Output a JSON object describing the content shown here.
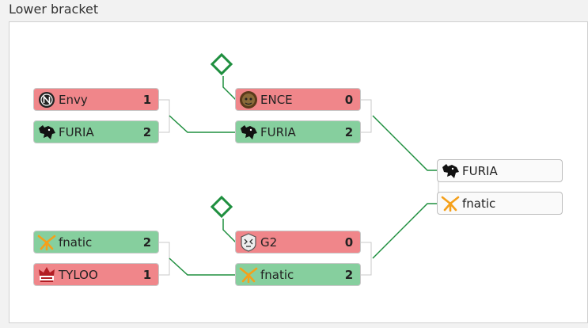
{
  "header": {
    "title": "Lower bracket"
  },
  "round1": {
    "match1": {
      "team1": {
        "name": "Envy",
        "score": "1",
        "result": "lose",
        "logo": "envy-logo"
      },
      "team2": {
        "name": "FURIA",
        "score": "2",
        "result": "win",
        "logo": "furia-logo"
      }
    },
    "match2": {
      "team1": {
        "name": "fnatic",
        "score": "2",
        "result": "win",
        "logo": "fnatic-logo"
      },
      "team2": {
        "name": "TYLOO",
        "score": "1",
        "result": "lose",
        "logo": "tyloo-logo"
      }
    }
  },
  "round2": {
    "match1": {
      "team1": {
        "name": "ENCE",
        "score": "0",
        "result": "lose",
        "logo": "ence-logo"
      },
      "team2": {
        "name": "FURIA",
        "score": "2",
        "result": "win",
        "logo": "furia-logo"
      }
    },
    "match2": {
      "team1": {
        "name": "G2",
        "score": "0",
        "result": "lose",
        "logo": "g2-logo"
      },
      "team2": {
        "name": "fnatic",
        "score": "2",
        "result": "win",
        "logo": "fnatic-logo"
      }
    }
  },
  "round3": {
    "match1": {
      "team1": {
        "name": "FURIA",
        "result": "pending",
        "logo": "furia-logo"
      },
      "team2": {
        "name": "fnatic",
        "result": "pending",
        "logo": "fnatic-logo"
      }
    }
  },
  "colors": {
    "win": "#86cf9e",
    "lose": "#f0868a",
    "connector": "#1f8f3f",
    "fnatic_orange": "#f5a01a"
  }
}
